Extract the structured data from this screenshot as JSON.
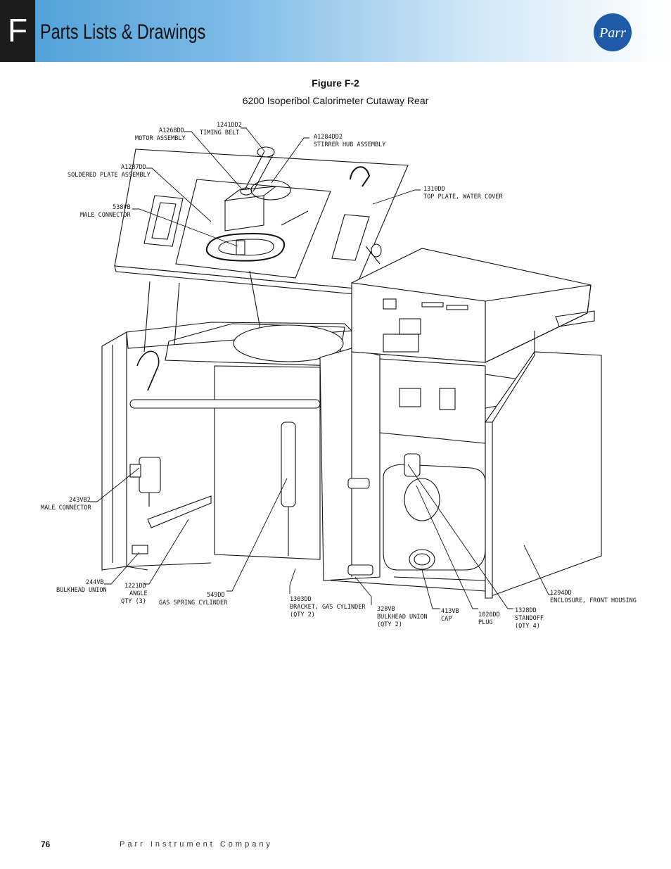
{
  "header": {
    "letter": "F",
    "title": "Parts Lists & Drawings",
    "logo_text": "Parr",
    "colors": {
      "gradient_start": "#4a9ed8",
      "gradient_end": "#ffffff",
      "letter_box": "#1c1c1c",
      "logo_blue": "#1e5aa8"
    }
  },
  "figure": {
    "label": "Figure F-2",
    "caption": "6200 Isoperibol Calorimeter Cutaway Rear",
    "callouts": {
      "a1268dd": [
        "A1268DD",
        "MOTOR ASSEMBLY"
      ],
      "t1241dd2": [
        "1241DD2",
        "TIMING BELT"
      ],
      "a1284dd2": [
        "A1284DD2",
        "STIRRER HUB ASSEMBLY"
      ],
      "a1287dd": [
        "A1287DD",
        "SOLDERED PLATE ASSEMBLY"
      ],
      "t1310dd": [
        "1310DD",
        "TOP PLATE, WATER COVER"
      ],
      "v538": [
        "538VB",
        "MALE CONNECTOR"
      ],
      "v243": [
        "243VB2",
        "MALE CONNECTOR"
      ],
      "v244": [
        "244VB",
        "BULKHEAD UNION"
      ],
      "d1221": [
        "1221DD",
        "ANGLE",
        "QTY (3)"
      ],
      "d549": [
        "549DD",
        "GAS SPRING CYLINDER"
      ],
      "d1303": [
        "1303DD",
        "BRACKET, GAS CYLINDER",
        "(QTY 2)"
      ],
      "v328": [
        "328VB",
        "BULKHEAD UNION",
        "(QTY 2)"
      ],
      "v413": [
        "413VB",
        "CAP"
      ],
      "d1020": [
        "1020DD",
        "PLUG"
      ],
      "d1328": [
        "1328DD",
        "STANDOFF",
        "(QTY 4)"
      ],
      "d1294": [
        "1294DD",
        "ENCLOSURE, FRONT HOUSING"
      ]
    }
  },
  "footer": {
    "page_number": "76",
    "company": "Parr Instrument Company"
  }
}
